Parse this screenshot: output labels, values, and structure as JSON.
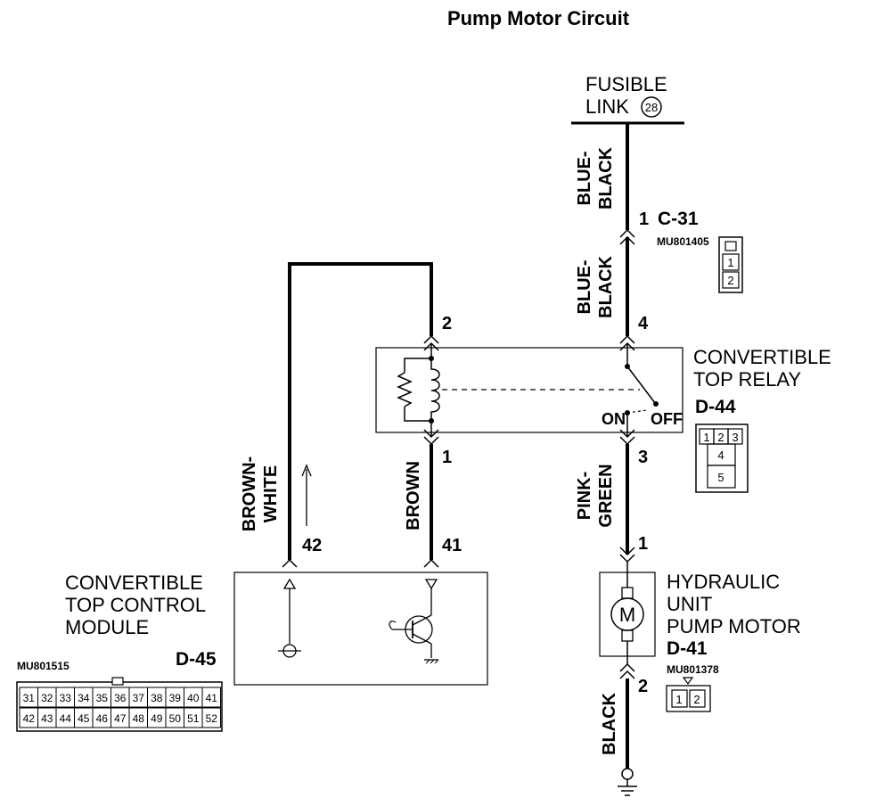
{
  "title": "Pump Motor Circuit",
  "fusible_link": {
    "line1": "FUSIBLE",
    "line2": "LINK",
    "number": "28"
  },
  "relay": {
    "name_line1": "CONVERTIBLE",
    "name_line2": "TOP RELAY",
    "connector": "D-44",
    "on_label": "ON",
    "off_label": "OFF",
    "pins": [
      "1",
      "2",
      "3",
      "4",
      "5"
    ]
  },
  "junction_connector": {
    "pin": "1",
    "code": "C-31",
    "part_no": "MU801405",
    "pins": [
      "1",
      "2"
    ]
  },
  "control_module": {
    "line1": "CONVERTIBLE",
    "line2": "TOP CONTROL",
    "line3": "MODULE",
    "connector": "D-45",
    "part_no": "MU801515",
    "pins_row1": [
      "31",
      "32",
      "33",
      "34",
      "35",
      "36",
      "37",
      "38",
      "39",
      "40",
      "41"
    ],
    "pins_row2": [
      "42",
      "43",
      "44",
      "45",
      "46",
      "47",
      "48",
      "49",
      "50",
      "51",
      "52"
    ]
  },
  "pump_motor": {
    "line1": "HYDRAULIC",
    "line2": "UNIT",
    "line3": "PUMP MOTOR",
    "connector": "D-41",
    "part_no": "MU801378",
    "symbol": "M",
    "pins": [
      "1",
      "2"
    ]
  },
  "wires": {
    "blue_black_top": {
      "line1": "BLUE-",
      "line2": "BLACK"
    },
    "blue_black_bottom": {
      "line1": "BLUE-",
      "line2": "BLACK"
    },
    "brown_white": {
      "line1": "BROWN-",
      "line2": "WHITE"
    },
    "brown": "BROWN",
    "pink_green": {
      "line1": "PINK-",
      "line2": "GREEN"
    },
    "black": "BLACK"
  },
  "pin_labels": {
    "relay_2": "2",
    "relay_4": "4",
    "relay_1": "1",
    "relay_3": "3",
    "module_42": "42",
    "module_41": "41",
    "motor_1": "1",
    "motor_2": "2"
  },
  "colors": {
    "line": "#000000",
    "background": "#ffffff"
  }
}
